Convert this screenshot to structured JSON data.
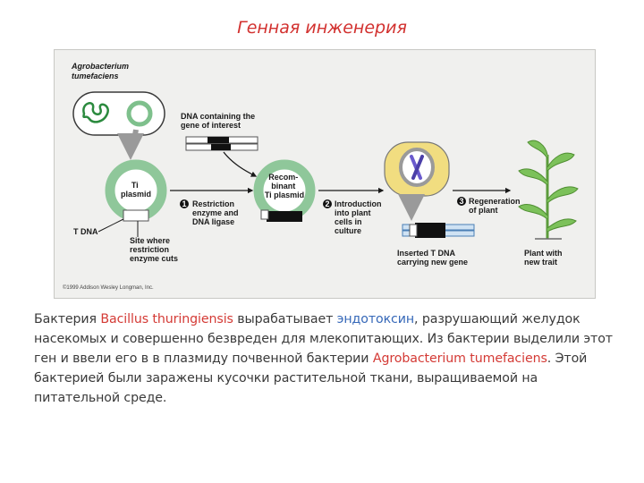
{
  "title": "Генная инженерия",
  "diagram": {
    "agro_label": [
      "Agrobacterium",
      "tumefaciens"
    ],
    "dna_label": [
      "DNA containing the",
      "gene of interest"
    ],
    "ti_label": [
      "Ti",
      "plasmid"
    ],
    "recomb_label": [
      "Recom-",
      "binant",
      "Ti plasmid"
    ],
    "tdna_label": "T DNA",
    "site_label": [
      "Site where",
      "restriction",
      "enzyme cuts"
    ],
    "step1_num": "1",
    "step1_label": [
      "Restriction",
      "enzyme and",
      "DNA ligase"
    ],
    "step2_num": "2",
    "step2_label": [
      "Introduction",
      "into plant",
      "cells in",
      "culture"
    ],
    "step3_num": "3",
    "step3_label": [
      "Regeneration",
      "of plant"
    ],
    "inserted_label": [
      "Inserted T DNA",
      "carrying new gene"
    ],
    "plant_label": [
      "Plant with",
      "new trait"
    ],
    "copyright": "©1999 Addison Wesley Longman, Inc."
  },
  "paragraph": {
    "p1": "Бактерия ",
    "species1": "Bacillus thuringiensis",
    "p2": " вырабатывает ",
    "toxin": "эндотоксин",
    "p3": ", разрушающий желудок насекомых и совершенно безвреден для млекопитающих. Из бактерии выделили этот ген и ввели его в в плазмиду почвенной бактерии ",
    "species2": "Agrobacterium tumefaciens",
    "p4": ". Этой бактерией были заражены кусочки растительной ткани, выращиваемой на питательной среде."
  },
  "colors": {
    "title": "#d2312f",
    "species": "#d43a35",
    "toxin": "#3668b8",
    "panel_bg": "#f0f0ee",
    "cell_green": "#8fc79a",
    "plant_cell": "#f1dd80",
    "arrow_gray": "#9a9a9a"
  }
}
